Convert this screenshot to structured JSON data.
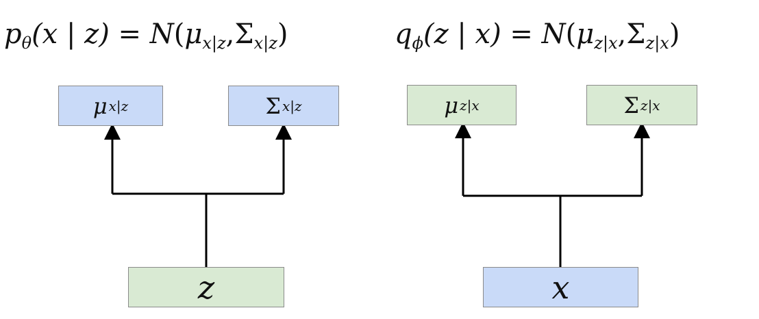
{
  "decoder": {
    "formula": {
      "fn": "p",
      "fn_sub": "θ",
      "args": "(x | z)",
      "equals": " = ",
      "dist": "N",
      "open": "(",
      "mu": "μ",
      "mu_sub": "x|z",
      "comma": ",",
      "sigma": "Σ",
      "sigma_sub": "x|z",
      "close": ")"
    },
    "out_mu": {
      "sym": "μ",
      "sub": "x|z"
    },
    "out_sigma": {
      "sym": "Σ",
      "sub": "x|z"
    },
    "input": {
      "sym": "z"
    }
  },
  "encoder": {
    "formula": {
      "fn": "q",
      "fn_sub": "ϕ",
      "args": "(z | x)",
      "equals": " = ",
      "dist": "N",
      "open": "(",
      "mu": "μ",
      "mu_sub": "z|x",
      "comma": ",",
      "sigma": "Σ",
      "sigma_sub": "z|x",
      "close": ")"
    },
    "out_mu": {
      "sym": "μ",
      "sub": "z|x"
    },
    "out_sigma": {
      "sym": "Σ",
      "sub": "z|x"
    },
    "input": {
      "sym": "x"
    }
  },
  "colors": {
    "blue": "#c9daf8",
    "green": "#d9ead3",
    "line": "#000000"
  }
}
